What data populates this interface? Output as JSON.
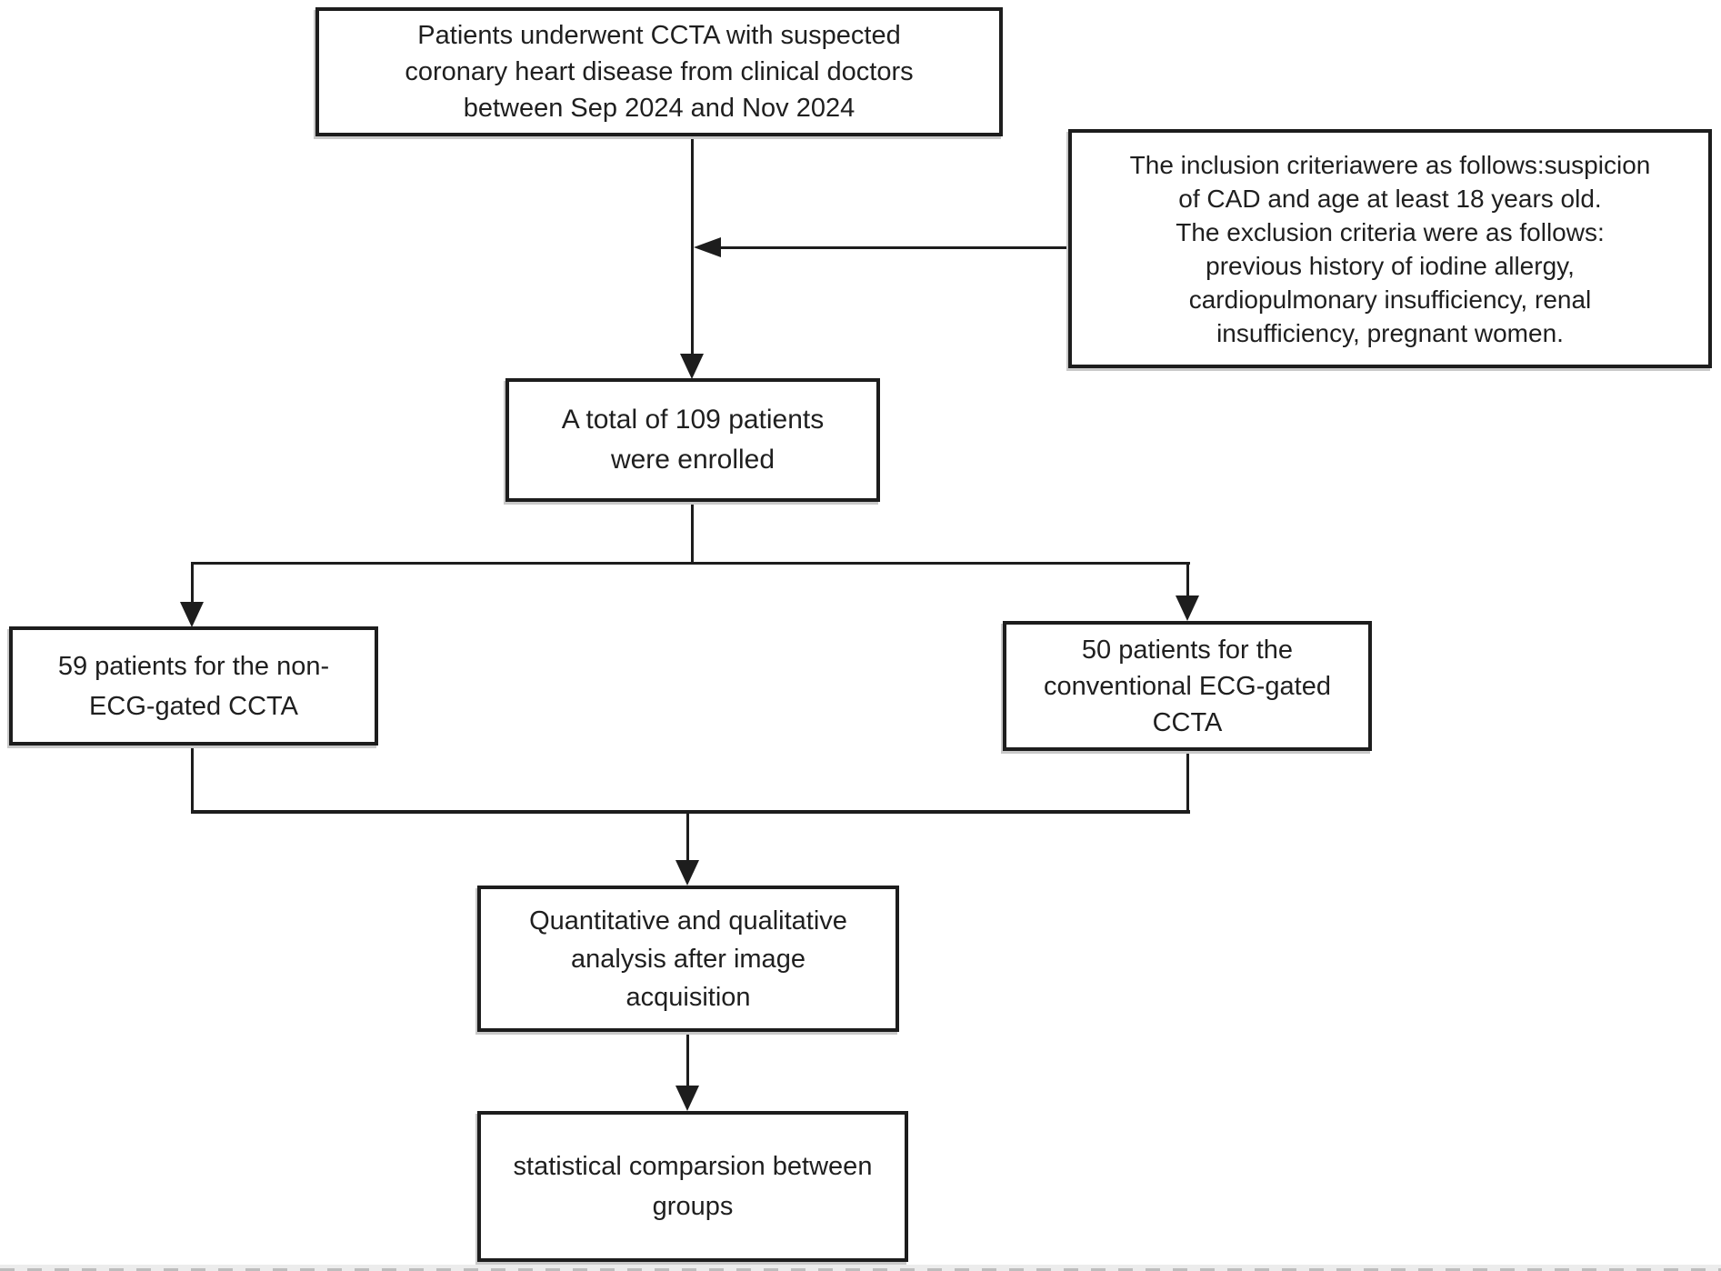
{
  "diagram": {
    "type": "flowchart",
    "background_color": "#ffffff",
    "line_color": "#1d1d1d",
    "text_color": "#1f1f1f",
    "nodes": {
      "recruitment": {
        "text": "Patients underwent CCTA with suspected\ncoronary heart disease from clinical doctors\nbetween Sep 2024 and Nov 2024"
      },
      "criteria": {
        "text": "The inclusion criteriawere as follows:suspicion\nof CAD and age at least 18 years old.\nThe exclusion criteria were as follows:\nprevious history of iodine allergy,\ncardiopulmonary insufficiency, renal\ninsufficiency, pregnant women."
      },
      "enrolled": {
        "text": "A total of 109 patients\nwere enrolled"
      },
      "non_ecg_group": {
        "text": "59 patients for the non-\nECG-gated CCTA"
      },
      "ecg_group": {
        "text": "50 patients for the\nconventional ECG-gated\nCCTA"
      },
      "analysis": {
        "text": "Quantitative and qualitative\nanalysis after image\nacquisition"
      },
      "statistics": {
        "text": "statistical comparsion between\ngroups"
      }
    }
  }
}
